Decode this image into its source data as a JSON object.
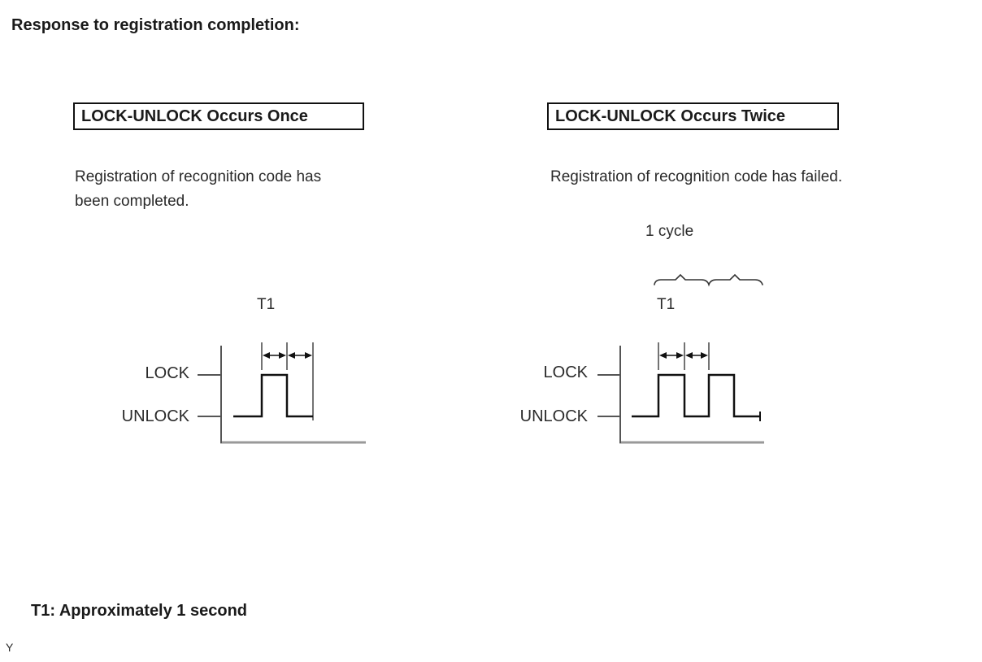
{
  "page": {
    "title": "Response to registration completion:",
    "footnote": "T1: Approximately 1 second",
    "corner_mark": "Y"
  },
  "colors": {
    "text": "#1a1a1a",
    "waveform": "#111111",
    "axis_gray": "#555555",
    "baseline_gray": "#999999",
    "box_border": "#111111"
  },
  "panels": [
    {
      "heading": "LOCK-UNLOCK Occurs Once",
      "description_lines": [
        "Registration of recognition code has",
        "been completed."
      ],
      "t1_label": "T1",
      "lock_label": "LOCK",
      "unlock_label": "UNLOCK",
      "waveform": {
        "levels": [
          "LOCK",
          "UNLOCK"
        ],
        "pulse_count": 1,
        "pulse_width": "T1",
        "gap_width": "T1"
      }
    },
    {
      "heading": "LOCK-UNLOCK Occurs Twice",
      "description_lines": [
        "Registration of recognition code has failed."
      ],
      "cycle_label": "1 cycle",
      "t1_label": "T1",
      "lock_label": "LOCK",
      "unlock_label": "UNLOCK",
      "waveform": {
        "levels": [
          "LOCK",
          "UNLOCK"
        ],
        "pulse_count": 2,
        "pulse_width": "T1",
        "gap_width": "T1",
        "cycles_marked": 2
      }
    }
  ],
  "t1_definition": "Approximately 1 second"
}
